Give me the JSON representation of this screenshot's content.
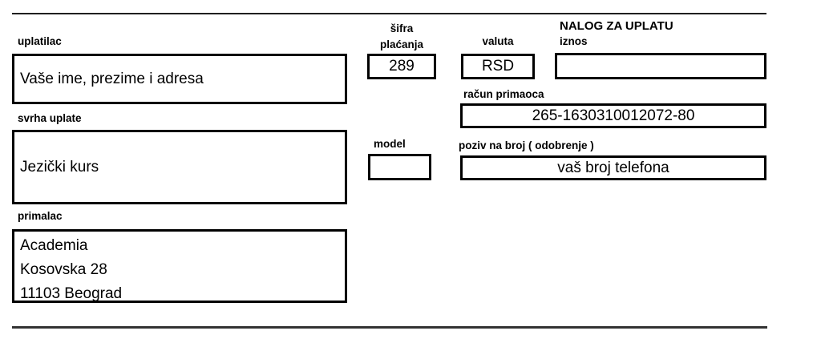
{
  "form": {
    "title": "NALOG ZA UPLATU",
    "colors": {
      "border": "#000000",
      "text": "#000000",
      "rule": "#333333"
    },
    "uplatilac": {
      "label": "uplatilac",
      "value": "Vaše ime, prezime i adresa"
    },
    "svrha_uplate": {
      "label": "svrha uplate",
      "value": "Jezički kurs"
    },
    "primalac": {
      "label": "primalac",
      "lines": [
        "Academia",
        "Kosovska 28",
        "11103 Beograd"
      ]
    },
    "sifra_placanja": {
      "label_line1": "šifra",
      "label_line2": "plaćanja",
      "value": "289"
    },
    "valuta": {
      "label": "valuta",
      "value": "RSD"
    },
    "iznos": {
      "label": "iznos",
      "value": ""
    },
    "racun_primaoca": {
      "label": "račun primaoca",
      "value": "265-1630310012072-80"
    },
    "model": {
      "label": "model",
      "value": ""
    },
    "poziv_na_broj": {
      "label": "poziv na broj ( odobrenje )",
      "value": "vaš broj telefona"
    }
  }
}
